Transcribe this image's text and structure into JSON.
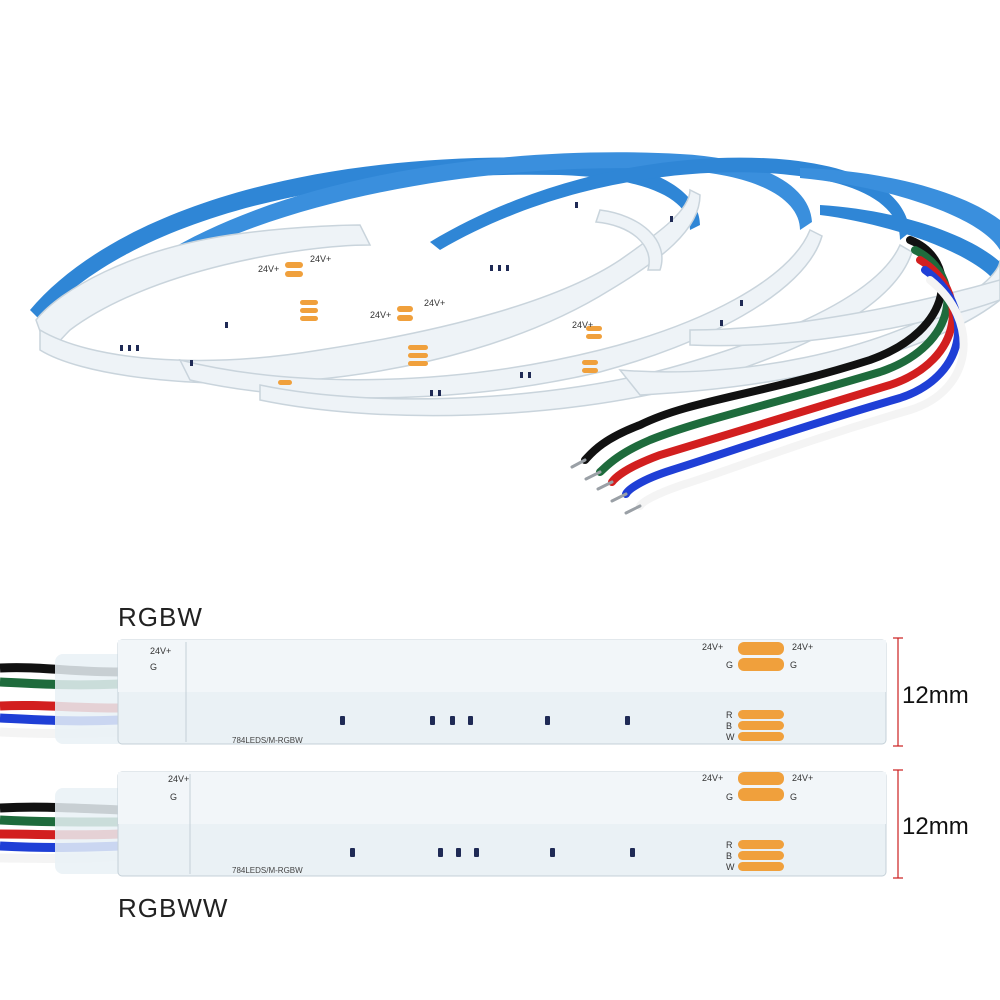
{
  "image": {
    "description_labels": {
      "rgbw_label": "RGBW",
      "rgbww_label": "RGBWW",
      "width_top": "12mm",
      "width_bottom": "12mm",
      "strip_print_top": "784LEDS/M-RGBW",
      "strip_print_bottom": "784LEDS/M-RGBW",
      "pad_24v": "24V+",
      "pad_g": "G",
      "pad_r": "R",
      "pad_b": "B",
      "pad_w": "W"
    }
  },
  "colors": {
    "strip_back": "#2f86d6",
    "silicone": "#eef4f8",
    "pad": "#f0a03c",
    "dim_line": "#cc1f1f"
  }
}
